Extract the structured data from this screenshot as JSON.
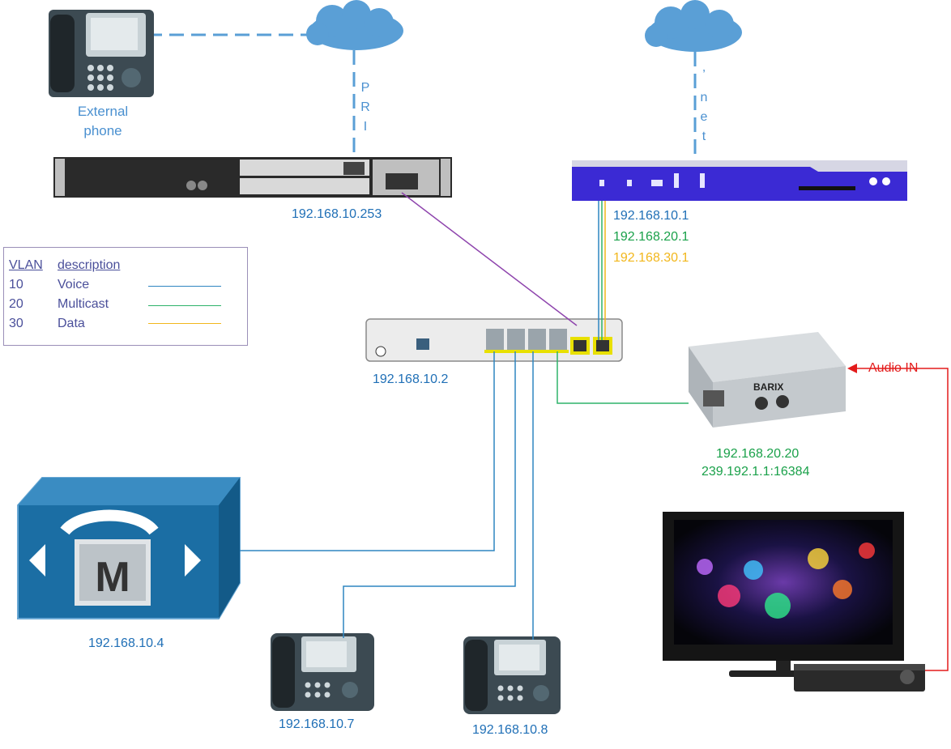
{
  "devices": {
    "external_phone": "External\nphone",
    "router_ip": "192.168.10.253",
    "firewall_ip_voice": "192.168.10.1",
    "firewall_ip_multicast": "192.168.20.1",
    "firewall_ip_data": "192.168.30.1",
    "switch_ip": "192.168.10.2",
    "callmanager_ip": "192.168.10.4",
    "phone1_ip": "192.168.10.7",
    "phone2_ip": "192.168.10.8",
    "barix_ip": "192.168.20.20",
    "barix_multicast": "239.192.1.1:16384",
    "audio_in": "Audio IN",
    "barix_brand": "BARIX",
    "callmanager_letter": "M"
  },
  "links": {
    "pri_letters": [
      "P",
      "R",
      "I"
    ],
    "net_letters": [
      "’",
      "n",
      "e",
      "t"
    ]
  },
  "legend": {
    "header_vlan": "VLAN",
    "header_desc": "description",
    "rows": [
      {
        "vlan": "10",
        "desc": "Voice",
        "color": "#2e86c1"
      },
      {
        "vlan": "20",
        "desc": "Multicast",
        "color": "#2fb36a"
      },
      {
        "vlan": "30",
        "desc": "Data",
        "color": "#f2b71c"
      }
    ]
  },
  "colors": {
    "voice": "#2e86c1",
    "multicast": "#2fb36a",
    "data": "#f2b71c",
    "cloud": "#5a9fd6",
    "audio": "#e31b1b",
    "router_link": "#8e44ad"
  }
}
